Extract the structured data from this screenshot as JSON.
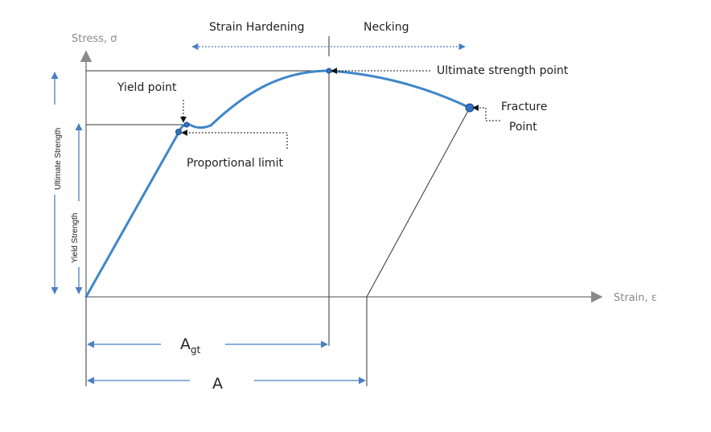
{
  "colors": {
    "curve": "#3f86c9",
    "arrow_blue": "#4a7fc1",
    "axis_gray": "#8a8a8a",
    "ink": "#222222",
    "point_fill": "#2f72bf"
  },
  "axes": {
    "y_label": "Stress, σ",
    "x_label": "Strain, ε"
  },
  "regions": {
    "strain_hardening": "Strain Hardening",
    "necking": "Necking"
  },
  "annotations": {
    "ultimate_point": "Ultimate strength point",
    "yield_point": "Yield point",
    "proportional_limit": "Proportional limit",
    "fracture_line1": "Fracture",
    "fracture_line2": "Point"
  },
  "side_labels": {
    "ultimate_strength": "Ultimate Strength",
    "yield_strength": "Yield Strength"
  },
  "dimensions": {
    "agt_main": "A",
    "agt_sub": "gt",
    "a": "A"
  }
}
